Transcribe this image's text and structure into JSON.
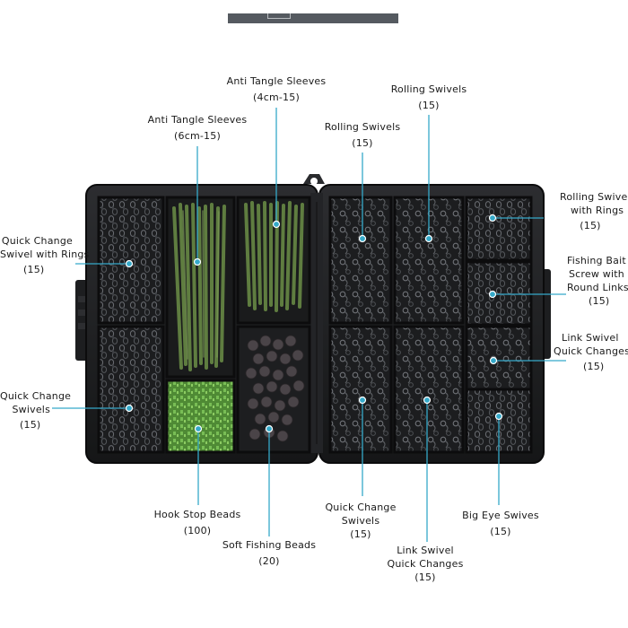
{
  "labels": {
    "anti_tangle_4cm": {
      "lines": [
        "Anti Tangle Sleeves"
      ],
      "count": "(4cm-15)"
    },
    "anti_tangle_6cm": {
      "lines": [
        "Anti Tangle Sleeves"
      ],
      "count": "(6cm-15)"
    },
    "rolling_top": {
      "lines": [
        "Rolling Swivels"
      ],
      "count": "(15)"
    },
    "rolling_mid": {
      "lines": [
        "Rolling Swivels"
      ],
      "count": "(15)"
    },
    "rolling_rings": {
      "lines": [
        "Rolling Swivel",
        "with Rings"
      ],
      "count": "(15)"
    },
    "quick_change_rings": {
      "lines": [
        "Quick Change",
        "Swivel with Rings"
      ],
      "count": "(15)"
    },
    "bait_screw": {
      "lines": [
        "Fishing Bait",
        "Screw with",
        "Round Links"
      ],
      "count": "(15)"
    },
    "link_swivel_right": {
      "lines": [
        "Link Swivel",
        "Quick Changes"
      ],
      "count": "(15)"
    },
    "quick_change_left": {
      "lines": [
        "Quick Change",
        "Swivels"
      ],
      "count": "(15)"
    },
    "hook_stop": {
      "lines": [
        "Hook Stop Beads"
      ],
      "count": "(100)"
    },
    "soft_beads": {
      "lines": [
        "Soft Fishing Beads"
      ],
      "count": "(20)"
    },
    "quick_change_bottom": {
      "lines": [
        "Quick Change",
        "Swivels"
      ],
      "count": "(15)"
    },
    "link_swivel_bottom": {
      "lines": [
        "Link Swivel",
        "Quick Changes"
      ],
      "count": "(15)"
    },
    "big_eye": {
      "lines": [
        "Big Eye Swives"
      ],
      "count": "(15)"
    }
  },
  "colors": {
    "leader": "#35a9c9",
    "case": "#1b1c1e",
    "sleeve": "#5d7a3f",
    "bead_green": "#6fb24b",
    "soft_bead": "#4a4448"
  }
}
